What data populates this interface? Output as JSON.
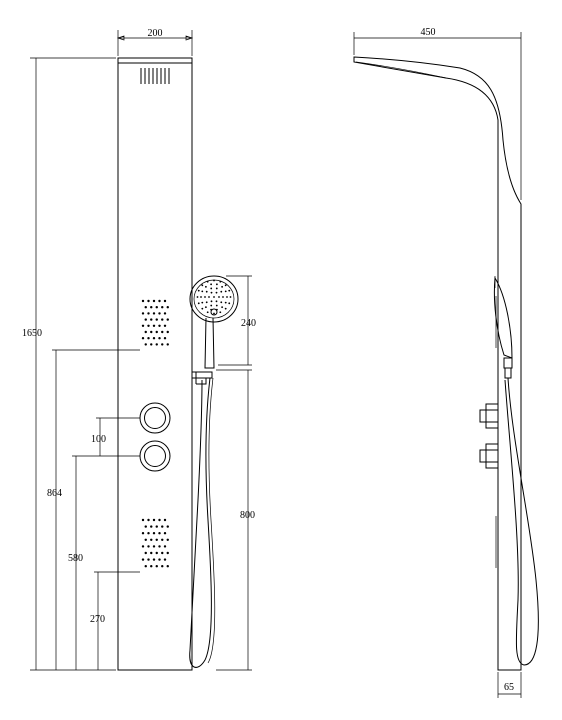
{
  "drawing": {
    "front_view": {
      "width_label": "200",
      "total_height_label": "1650",
      "upper_outlet_height_label": "864",
      "valve_spacing_label": "100",
      "lower_valve_height_label": "580",
      "lower_outlet_height_label": "270",
      "hand_shower_head_label": "240",
      "hand_shower_holder_height_label": "800"
    },
    "side_view": {
      "projection_label": "450",
      "depth_label": "65"
    }
  }
}
